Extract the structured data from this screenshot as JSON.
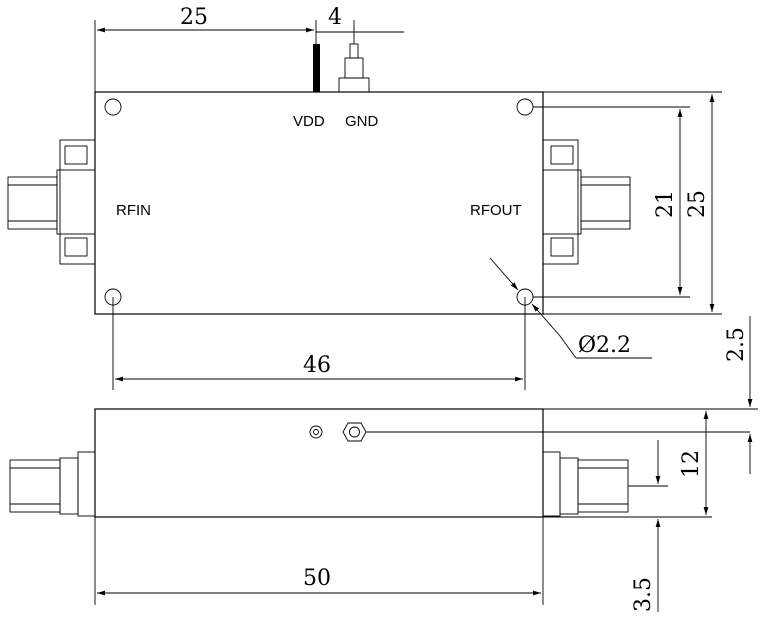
{
  "labels": {
    "vdd": "VDD",
    "gnd": "GND",
    "rfin": "RFIN",
    "rfout": "RFOUT"
  },
  "dimensions": {
    "top_left_width": "25",
    "top_pin_spacing": "4",
    "right_hole_spacing": "21",
    "right_body_height": "25",
    "bottom_hole_spacing": "46",
    "hole_diameter": "Ø2.2",
    "side_offset": "2.5",
    "side_height": "12",
    "side_connector_offset": "3.5",
    "side_length": "50"
  }
}
